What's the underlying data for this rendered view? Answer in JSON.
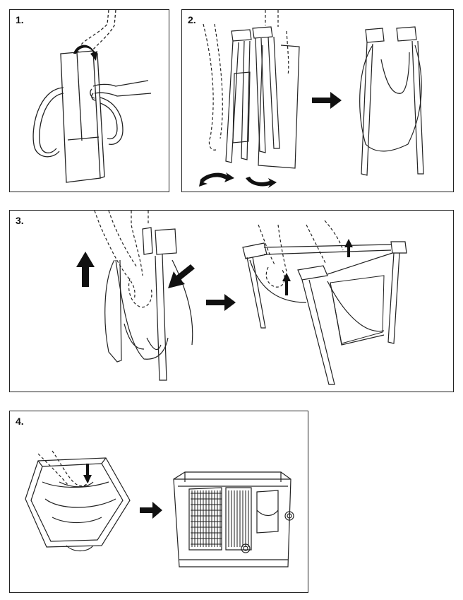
{
  "steps": [
    {
      "number": "1."
    },
    {
      "number": "2."
    },
    {
      "number": "3."
    },
    {
      "number": "4."
    }
  ],
  "colors": {
    "line": "#222222",
    "arrow": "#111111",
    "mesh": "#1a1a1a",
    "paper": "#ffffff"
  },
  "icons": [
    "curved-arrow-icon",
    "rotate-arrow-icon",
    "right-arrow-icon",
    "up-arrow-icon",
    "down-arrow-icon",
    "diagonal-arrow-icon"
  ]
}
